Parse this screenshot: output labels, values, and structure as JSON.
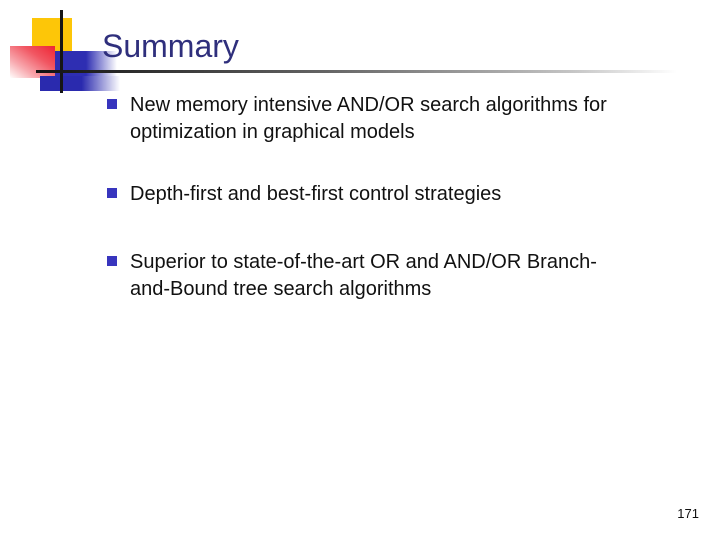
{
  "slide": {
    "title": "Summary",
    "bullets": [
      {
        "text": "New memory intensive AND/OR search algorithms for\noptimization in graphical models"
      },
      {
        "text": "Depth-first and best-first control strategies"
      },
      {
        "text": "Superior to state-of-the-art OR and AND/OR Branch-\nand-Bound tree search algorithms"
      }
    ],
    "page_number": "171",
    "colors": {
      "title_text": "#2f2f7c",
      "body_text": "#111111",
      "bullet_marker": "#3835be",
      "deco_yellow": "#fdc608",
      "deco_red": "#ee2433",
      "deco_blue": "#2e2eb2",
      "crosshair_line": "#161616"
    }
  }
}
